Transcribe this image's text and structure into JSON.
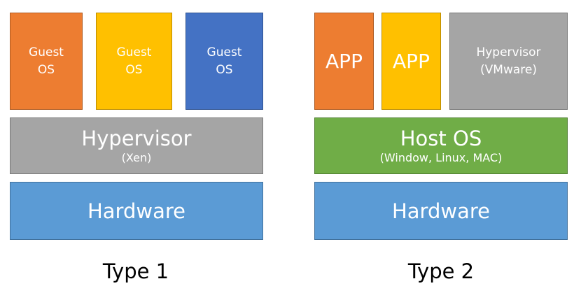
{
  "type1": {
    "guests": [
      {
        "line1": "Guest",
        "line2": "OS"
      },
      {
        "line1": "Guest",
        "line2": "OS"
      },
      {
        "line1": "Guest",
        "line2": "OS"
      }
    ],
    "hypervisor": {
      "title": "Hypervisor",
      "subtitle": "(Xen)"
    },
    "hardware": "Hardware",
    "caption": "Type 1"
  },
  "type2": {
    "apps": [
      "APP",
      "APP"
    ],
    "hypervisor": {
      "line1": "Hypervisor",
      "line2": "(VMware)"
    },
    "host_os": {
      "title": "Host OS",
      "subtitle": "(Window, Linux, MAC)"
    },
    "hardware": "Hardware",
    "caption": "Type 2"
  },
  "colors": {
    "orange": "#ed7d31",
    "yellow": "#ffc000",
    "blue": "#4472c4",
    "gray": "#a5a5a5",
    "green": "#70ad47",
    "light_blue": "#5b9bd5"
  }
}
